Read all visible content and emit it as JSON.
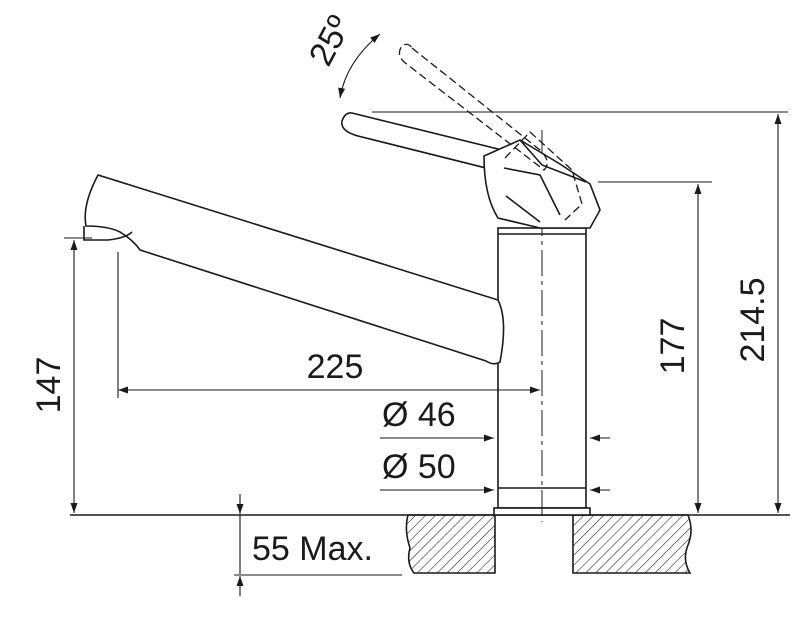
{
  "drawing": {
    "colors": {
      "line": "#1a1a1a",
      "background": "#ffffff",
      "hatch": "#1a1a1a"
    },
    "dimensions": {
      "lever_angle": "25º",
      "spout_reach": "225",
      "outlet_height": "147",
      "body_height": "177",
      "total_height": "214.5",
      "inner_diameter": "Ø 46",
      "outer_diameter": "Ø 50",
      "max_counter_thickness": "55 Max."
    }
  }
}
